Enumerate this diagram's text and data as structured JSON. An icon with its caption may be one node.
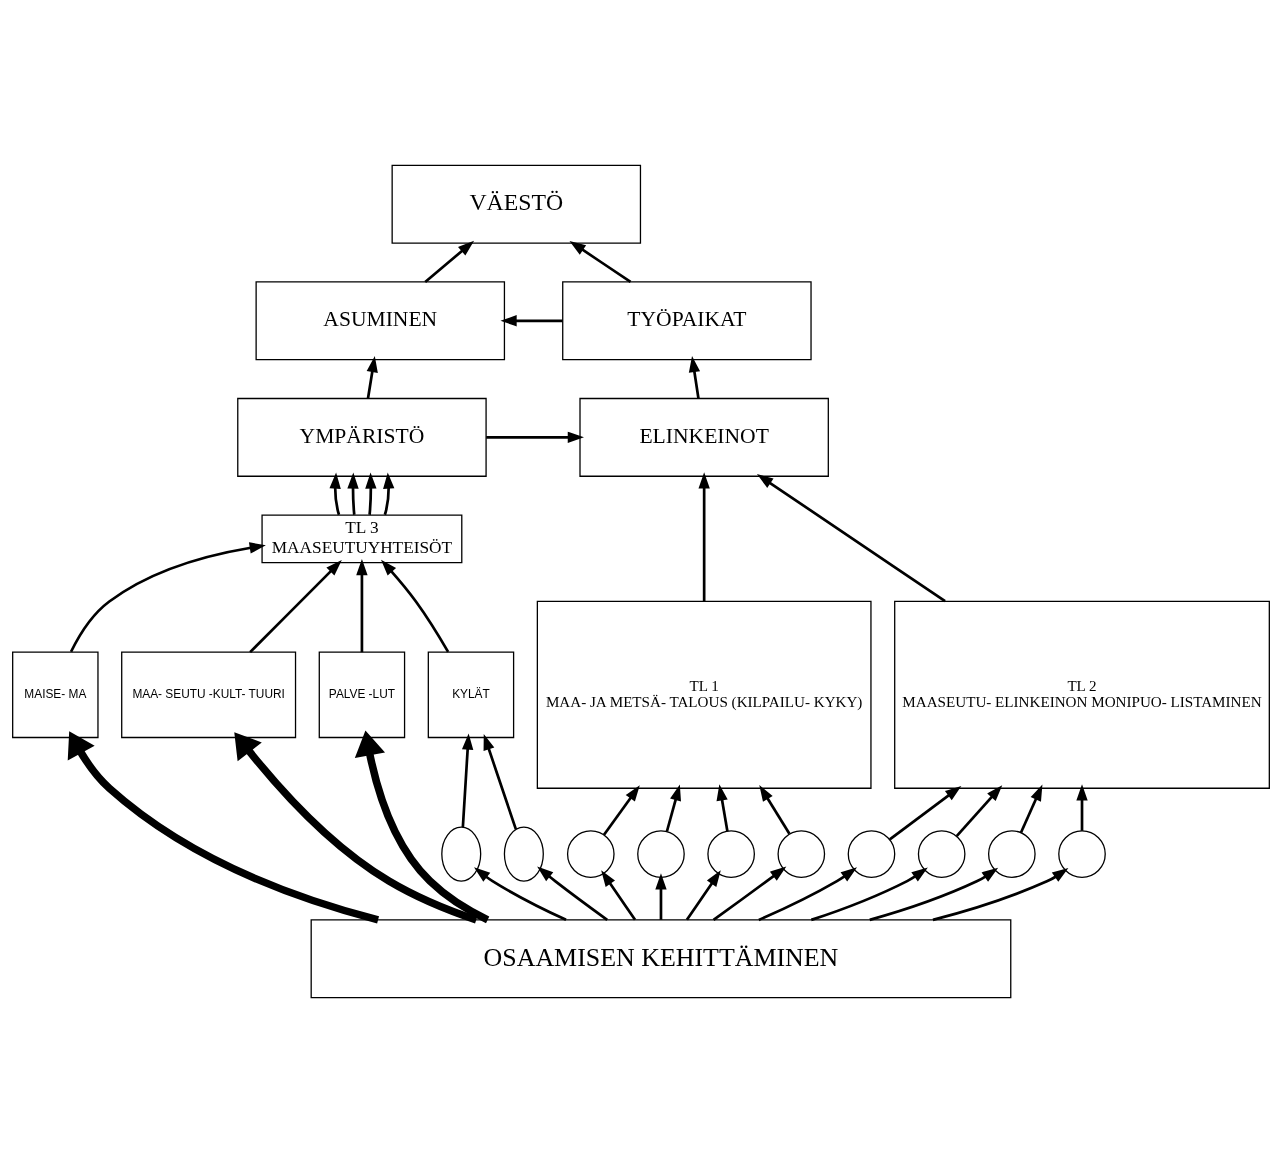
{
  "diagram": {
    "nodes": [
      {
        "text": [
          "VÄESTÖ"
        ]
      },
      {
        "text": [
          "ASUMINEN"
        ]
      },
      {
        "text": [
          "TYÖPAIKAT"
        ]
      },
      {
        "text": [
          "YMPÄRISTÖ"
        ]
      },
      {
        "text": [
          "ELINKEINOT"
        ]
      },
      {
        "text": [
          "TL 3",
          "MAASEUTUYHTEISÖT"
        ]
      },
      {
        "text": [
          "TL 1",
          "MAA- JA METSÄ- TALOUS (KILPAILU- KYKY)"
        ]
      },
      {
        "text": [
          "TL 2",
          "MAASEUTU- ELINKEINON MONIPUO- LISTAMINEN"
        ]
      },
      {
        "text": [
          "KYLÄT"
        ]
      },
      {
        "text": [
          "MAISE- MA"
        ]
      },
      {
        "text": [
          "MAA- SEUTU -KULT- TUURI"
        ]
      },
      {
        "text": [
          "PALVE -LUT"
        ]
      },
      {
        "text": [],
        "shape": "ellipse"
      },
      {
        "text": [],
        "shape": "ellipse"
      },
      {
        "text": [],
        "shape": "circle"
      },
      {
        "text": [],
        "shape": "circle"
      },
      {
        "text": [],
        "shape": "circle"
      },
      {
        "text": [],
        "shape": "circle"
      },
      {
        "text": [],
        "shape": "circle"
      },
      {
        "text": [],
        "shape": "circle"
      },
      {
        "text": [],
        "shape": "circle"
      },
      {
        "text": [],
        "shape": "circle"
      },
      {
        "text": [
          "OSAAMISEN KEHITTÄMINEN"
        ]
      }
    ],
    "edges": [
      {
        "from": 1,
        "to": 0,
        "arrow": "to"
      },
      {
        "from": 2,
        "to": 0,
        "arrow": "to"
      },
      {
        "from": 2,
        "to": 1,
        "arrow": "to"
      },
      {
        "from": 3,
        "to": 1,
        "arrow": "to"
      },
      {
        "from": 4,
        "to": 2,
        "arrow": "to"
      },
      {
        "from": 3,
        "to": 4,
        "arrow": "to"
      },
      {
        "from": 5,
        "to": 3,
        "arrow": "to"
      },
      {
        "from": 5,
        "to": 3,
        "arrow": "to"
      },
      {
        "from": 5,
        "to": 3,
        "arrow": "to"
      },
      {
        "from": 5,
        "to": 3,
        "arrow": "to"
      },
      {
        "from": 6,
        "to": 4,
        "arrow": "to"
      },
      {
        "from": 7,
        "to": 4,
        "arrow": "to"
      },
      {
        "from": 8,
        "to": 5,
        "arrow": "to"
      },
      {
        "from": 9,
        "to": 5,
        "arrow": "to"
      },
      {
        "from": 10,
        "to": 5,
        "arrow": "to"
      },
      {
        "from": 11,
        "to": 5,
        "arrow": "to"
      },
      {
        "from": 12,
        "to": 8,
        "arrow": "to"
      },
      {
        "from": 13,
        "to": 8,
        "arrow": "to"
      },
      {
        "from": 22,
        "to": 9,
        "arrow": "to",
        "style": "thick"
      },
      {
        "from": 22,
        "to": 10,
        "arrow": "to",
        "style": "thick"
      },
      {
        "from": 22,
        "to": 11,
        "arrow": "to",
        "style": "thick"
      },
      {
        "from": 14,
        "to": 6,
        "arrow": "to"
      },
      {
        "from": 15,
        "to": 6,
        "arrow": "to"
      },
      {
        "from": 16,
        "to": 6,
        "arrow": "to"
      },
      {
        "from": 17,
        "to": 6,
        "arrow": "to"
      },
      {
        "from": 18,
        "to": 7,
        "arrow": "to"
      },
      {
        "from": 19,
        "to": 7,
        "arrow": "to"
      },
      {
        "from": 20,
        "to": 7,
        "arrow": "to"
      },
      {
        "from": 21,
        "to": 7,
        "arrow": "to"
      },
      {
        "from": 22,
        "to": 12,
        "arrow": "to"
      },
      {
        "from": 22,
        "to": 13,
        "arrow": "to"
      },
      {
        "from": 22,
        "to": 14,
        "arrow": "to"
      },
      {
        "from": 22,
        "to": 15,
        "arrow": "to"
      },
      {
        "from": 22,
        "to": 16,
        "arrow": "to"
      },
      {
        "from": 22,
        "to": 17,
        "arrow": "to"
      },
      {
        "from": 22,
        "to": 18,
        "arrow": "to"
      },
      {
        "from": 22,
        "to": 19,
        "arrow": "to"
      },
      {
        "from": 22,
        "to": 20,
        "arrow": "to"
      },
      {
        "from": 22,
        "to": 21,
        "arrow": "to"
      }
    ]
  }
}
